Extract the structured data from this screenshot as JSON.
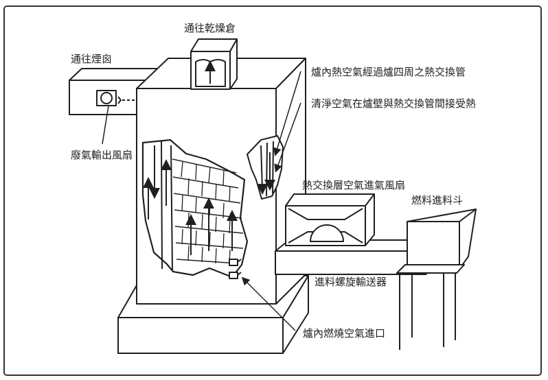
{
  "labels": {
    "to_dryer": "通往乾燥倉",
    "to_chimney": "通往煙囪",
    "exhaust_fan": "廢氣輸出風扇",
    "hot_air_through_exchanger": "爐內熱空氣經過爐四周之熱交換管",
    "clean_air_heated": "清淨空氣在爐壁與熱交換管間接受熱",
    "exchanger_air_fan": "熱交換層空氣進氣風扇",
    "fuel_hopper": "燃料進料斗",
    "screw_conveyor": "進料螺旋輸送器",
    "combustion_air_inlet": "爐內燃燒空氣進口"
  },
  "colors": {
    "line": "#1f1f1f",
    "frame": "#333333",
    "background": "#ffffff"
  }
}
